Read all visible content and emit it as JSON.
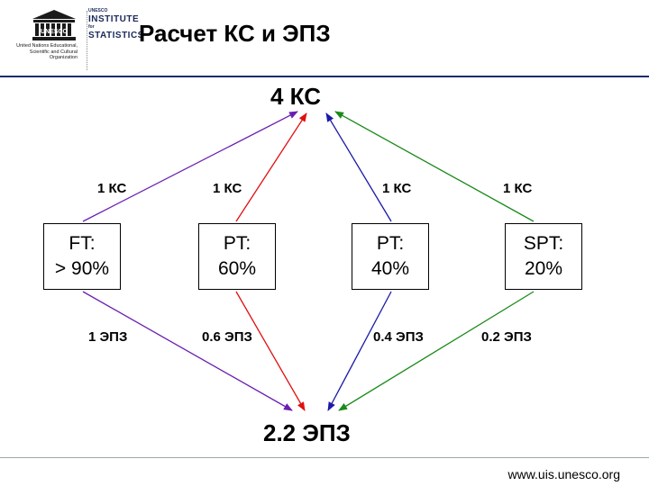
{
  "header": {
    "unesco_logo_text": "UNESCO",
    "unesco_subtitle": "United Nations Educational, Scientific and Cultural Organization",
    "uis_logo": {
      "line1": "UNESCO",
      "line2": "INSTITUTE",
      "line3": "for",
      "line4": "STATISTICS"
    },
    "title": "Расчет КС и ЭПЗ",
    "rule_color": "#1a2a6a"
  },
  "diagram": {
    "top": "4 КС",
    "bottom": "2.2 ЭПЗ",
    "columns": [
      {
        "ks": "1 КС",
        "box_line1": "FT:",
        "box_line2": "> 90%",
        "ezp": "1 ЭПЗ",
        "color": "#6a1fb0"
      },
      {
        "ks": "1 КС",
        "box_line1": "PT:",
        "box_line2": "60%",
        "ezp": "0.6 ЭПЗ",
        "color": "#e01010"
      },
      {
        "ks": "1 КС",
        "box_line1": "PT:",
        "box_line2": "40%",
        "ezp": "0.4 ЭПЗ",
        "color": "#1a1aa8"
      },
      {
        "ks": "1 КС",
        "box_line1": "SPT:",
        "box_line2": "20%",
        "ezp": "0.2 ЭПЗ",
        "color": "#1a8a1a"
      }
    ]
  },
  "footer": {
    "url": "www.uis.unesco.org"
  }
}
